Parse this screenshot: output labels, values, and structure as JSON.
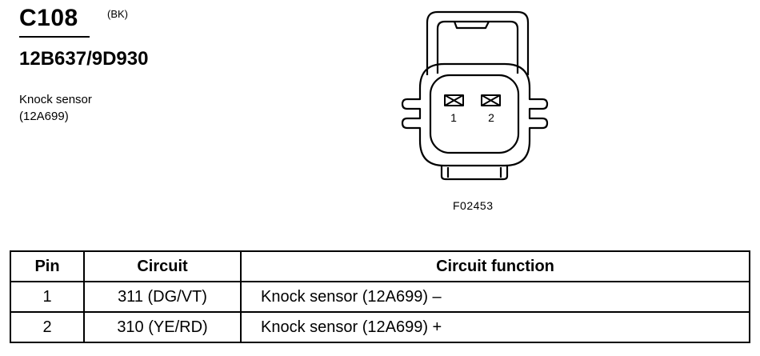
{
  "connector": {
    "id": "C108",
    "color_code": "(BK)",
    "part_number": "12B637/9D930",
    "description_lines": [
      "Knock sensor",
      "(12A699)"
    ]
  },
  "diagram": {
    "pin_labels": [
      "1",
      "2"
    ],
    "figure_id": "F02453"
  },
  "table": {
    "headers": {
      "pin": "Pin",
      "circuit": "Circuit",
      "function": "Circuit function"
    },
    "rows": [
      {
        "pin": "1",
        "circuit": "311 (DG/VT)",
        "function": "Knock sensor (12A699) –"
      },
      {
        "pin": "2",
        "circuit": "310 (YE/RD)",
        "function": "Knock sensor (12A699) +"
      }
    ]
  }
}
